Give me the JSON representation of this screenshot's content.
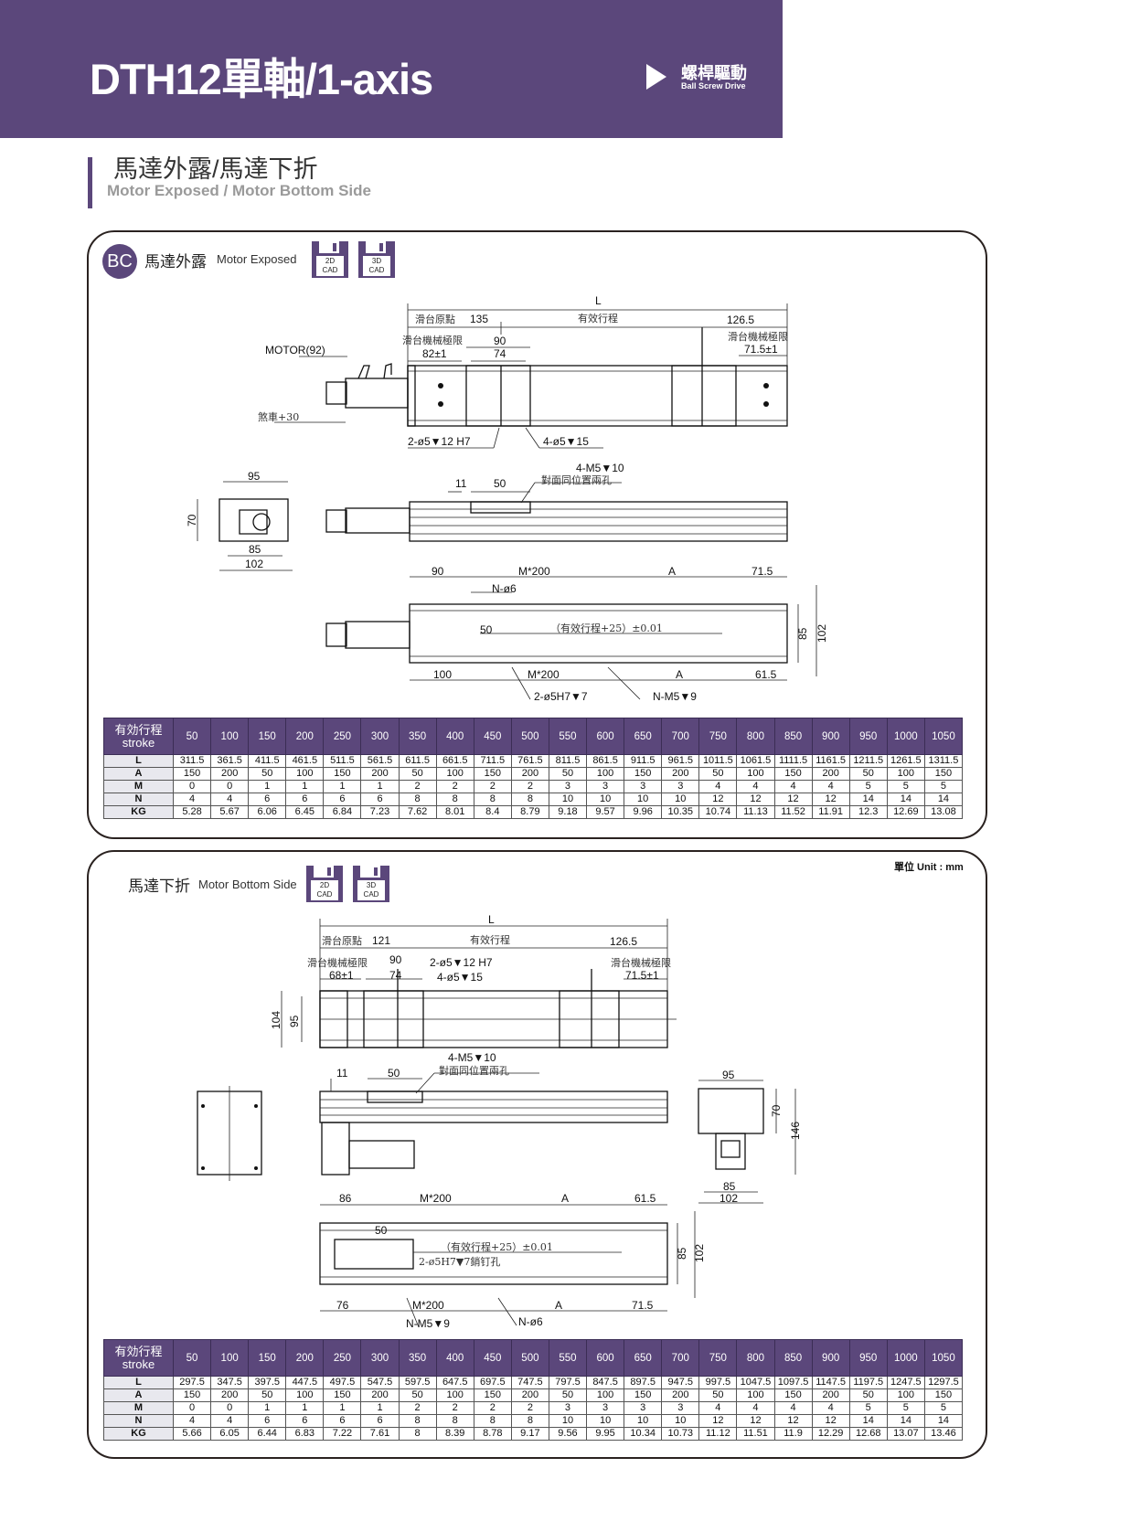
{
  "header": {
    "title": "DTH12單軸/1-axis",
    "drive_zh": "螺桿驅動",
    "drive_en": "Ball Screw Drive"
  },
  "section": {
    "title_zh": "馬達外露/馬達下折",
    "title_en": "Motor Exposed / Motor Bottom Side"
  },
  "colors": {
    "brand": "#5b477b"
  },
  "exposed": {
    "badge": "BC",
    "title_zh": "馬達外露",
    "title_en": "Motor Exposed",
    "cad": [
      {
        "top": "2D",
        "bottom": "CAD"
      },
      {
        "top": "3D",
        "bottom": "CAD"
      }
    ],
    "labels": {
      "L": "L",
      "origin": "滑台原點",
      "origin_val": "135",
      "stroke": "有效行程",
      "right_end": "126.5",
      "mech_limit_left": "滑台機械極限",
      "v90": "90",
      "v82": "82±1",
      "v74": "74",
      "mech_limit_right": "滑台機械極限",
      "v71_5pm": "71.5±1",
      "motor": "MOTOR(92)",
      "brake": "煞車+30",
      "hole_a": "2-ø5▼12  H7",
      "hole_b": "4-ø5▼15",
      "m5": "4-M5▼10",
      "opposite": "對面同位置兩孔",
      "v11": "11",
      "v50": "50",
      "end_95": "95",
      "end_70": "70",
      "end_85": "85",
      "end_102": "102",
      "b_90": "90",
      "b_m200": "M*200",
      "b_A": "A",
      "b_71_5": "71.5",
      "b_n6": "N-ø6",
      "b_50": "50",
      "b_stroke": "（有效行程+25）±0.01",
      "b_85": "85",
      "b_102": "102",
      "b_100": "100",
      "b_m200_2": "M*200",
      "b_A2": "A",
      "b_61_5": "61.5",
      "b_pin": "2-ø5H7▼7",
      "b_nm5": "N-M5▼9"
    },
    "table": {
      "header_zh": "有効行程",
      "header_en": "stroke",
      "strokes": [
        "50",
        "100",
        "150",
        "200",
        "250",
        "300",
        "350",
        "400",
        "450",
        "500",
        "550",
        "600",
        "650",
        "700",
        "750",
        "800",
        "850",
        "900",
        "950",
        "1000",
        "1050"
      ],
      "rows": [
        {
          "label": "L",
          "values": [
            "311.5",
            "361.5",
            "411.5",
            "461.5",
            "511.5",
            "561.5",
            "611.5",
            "661.5",
            "711.5",
            "761.5",
            "811.5",
            "861.5",
            "911.5",
            "961.5",
            "1011.5",
            "1061.5",
            "1111.5",
            "1161.5",
            "1211.5",
            "1261.5",
            "1311.5"
          ]
        },
        {
          "label": "A",
          "values": [
            "150",
            "200",
            "50",
            "100",
            "150",
            "200",
            "50",
            "100",
            "150",
            "200",
            "50",
            "100",
            "150",
            "200",
            "50",
            "100",
            "150",
            "200",
            "50",
            "100",
            "150"
          ]
        },
        {
          "label": "M",
          "values": [
            "0",
            "0",
            "1",
            "1",
            "1",
            "1",
            "2",
            "2",
            "2",
            "2",
            "3",
            "3",
            "3",
            "3",
            "4",
            "4",
            "4",
            "4",
            "5",
            "5",
            "5"
          ]
        },
        {
          "label": "N",
          "values": [
            "4",
            "4",
            "6",
            "6",
            "6",
            "6",
            "8",
            "8",
            "8",
            "8",
            "10",
            "10",
            "10",
            "10",
            "12",
            "12",
            "12",
            "12",
            "14",
            "14",
            "14"
          ]
        },
        {
          "label": "KG",
          "values": [
            "5.28",
            "5.67",
            "6.06",
            "6.45",
            "6.84",
            "7.23",
            "7.62",
            "8.01",
            "8.4",
            "8.79",
            "9.18",
            "9.57",
            "9.96",
            "10.35",
            "10.74",
            "11.13",
            "11.52",
            "11.91",
            "12.3",
            "12.69",
            "13.08"
          ]
        }
      ]
    }
  },
  "bottom": {
    "unit": "單位 Unit : mm",
    "title_zh": "馬達下折",
    "title_en": "Motor Bottom Side",
    "cad": [
      {
        "top": "2D",
        "bottom": "CAD"
      },
      {
        "top": "3D",
        "bottom": "CAD"
      }
    ],
    "labels": {
      "L": "L",
      "origin": "滑台原點",
      "origin_val": "121",
      "stroke": "有效行程",
      "right_end": "126.5",
      "mech_limit_left": "滑台機械極限",
      "v90": "90",
      "hole_a": "2-ø5▼12  H7",
      "v68": "68±1",
      "v74": "74",
      "hole_b": "4-ø5▼15",
      "mech_limit_right": "滑台機械極限",
      "v71_5pm": "71.5±1",
      "v104": "104",
      "v95": "95",
      "m5": "4-M5▼10",
      "opposite": "對面同位置兩孔",
      "v11": "11",
      "v50": "50",
      "end_95": "95",
      "end_70": "70",
      "end_146": "146",
      "end_85": "85",
      "end_102": "102",
      "b_86": "86",
      "b_m200": "M*200",
      "b_A": "A",
      "b_61_5": "61.5",
      "b_50": "50",
      "b_stroke": "（有效行程+25）±0.01",
      "b_pin": "2-ø5H7▼7銷钉孔",
      "b_85": "85",
      "b_102": "102",
      "b_76": "76",
      "b_m200_2": "M*200",
      "b_A2": "A",
      "b_71_5": "71.5",
      "b_nm5": "N-M5▼9",
      "b_n6": "N-ø6"
    },
    "table": {
      "header_zh": "有効行程",
      "header_en": "stroke",
      "strokes": [
        "50",
        "100",
        "150",
        "200",
        "250",
        "300",
        "350",
        "400",
        "450",
        "500",
        "550",
        "600",
        "650",
        "700",
        "750",
        "800",
        "850",
        "900",
        "950",
        "1000",
        "1050"
      ],
      "rows": [
        {
          "label": "L",
          "values": [
            "297.5",
            "347.5",
            "397.5",
            "447.5",
            "497.5",
            "547.5",
            "597.5",
            "647.5",
            "697.5",
            "747.5",
            "797.5",
            "847.5",
            "897.5",
            "947.5",
            "997.5",
            "1047.5",
            "1097.5",
            "1147.5",
            "1197.5",
            "1247.5",
            "1297.5"
          ]
        },
        {
          "label": "A",
          "values": [
            "150",
            "200",
            "50",
            "100",
            "150",
            "200",
            "50",
            "100",
            "150",
            "200",
            "50",
            "100",
            "150",
            "200",
            "50",
            "100",
            "150",
            "200",
            "50",
            "100",
            "150"
          ]
        },
        {
          "label": "M",
          "values": [
            "0",
            "0",
            "1",
            "1",
            "1",
            "1",
            "2",
            "2",
            "2",
            "2",
            "3",
            "3",
            "3",
            "3",
            "4",
            "4",
            "4",
            "4",
            "5",
            "5",
            "5"
          ]
        },
        {
          "label": "N",
          "values": [
            "4",
            "4",
            "6",
            "6",
            "6",
            "6",
            "8",
            "8",
            "8",
            "8",
            "10",
            "10",
            "10",
            "10",
            "12",
            "12",
            "12",
            "12",
            "14",
            "14",
            "14"
          ]
        },
        {
          "label": "KG",
          "values": [
            "5.66",
            "6.05",
            "6.44",
            "6.83",
            "7.22",
            "7.61",
            "8",
            "8.39",
            "8.78",
            "9.17",
            "9.56",
            "9.95",
            "10.34",
            "10.73",
            "11.12",
            "11.51",
            "11.9",
            "12.29",
            "12.68",
            "13.07",
            "13.46"
          ]
        }
      ]
    }
  }
}
